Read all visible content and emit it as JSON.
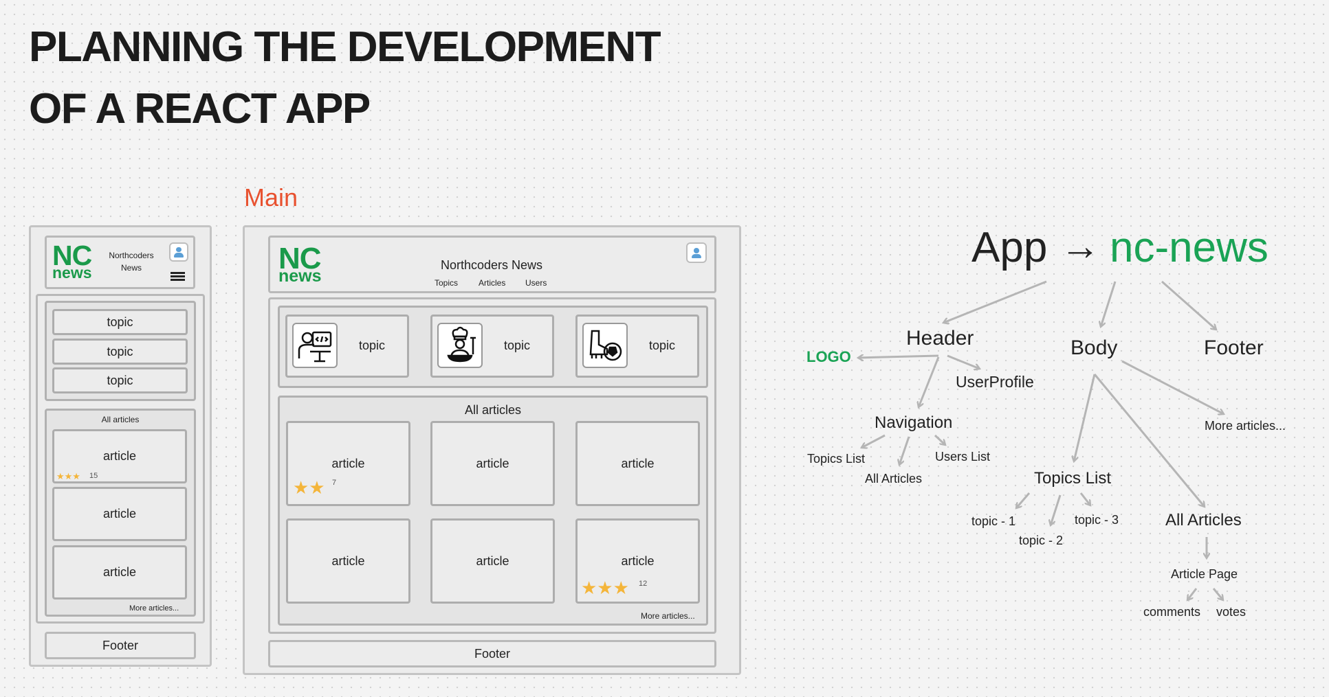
{
  "title": {
    "line1": "PLANNING THE DEVELOPMENT",
    "line2": "OF A REACT APP"
  },
  "main_label": "Main",
  "mobile": {
    "logo_nc": "NC",
    "logo_news": "news",
    "site_name_line1": "Northcoders",
    "site_name_line2": "News",
    "topics": [
      "topic",
      "topic",
      "topic"
    ],
    "all_articles": "All articles",
    "articles": [
      "article",
      "article",
      "article"
    ],
    "first_article_stars": "★★★",
    "first_article_count": "15",
    "more_articles": "More articles...",
    "footer": "Footer"
  },
  "desktop": {
    "logo_nc": "NC",
    "logo_news": "news",
    "site_name": "Northcoders News",
    "nav": [
      "Topics",
      "Articles",
      "Users"
    ],
    "topics": [
      "topic",
      "topic",
      "topic"
    ],
    "topic_icons": [
      "coder-icon",
      "chef-icon",
      "football-icon"
    ],
    "all_articles": "All articles",
    "articles": [
      "article",
      "article",
      "article",
      "article",
      "article",
      "article"
    ],
    "article1_stars": "★★",
    "article1_count": "7",
    "article6_stars": "★★★",
    "article6_count": "12",
    "more_articles": "More articles...",
    "footer": "Footer"
  },
  "tree": {
    "app": "App",
    "arrow": "→",
    "project": "nc-news",
    "header": "Header",
    "body": "Body",
    "footer": "Footer",
    "logo": "LOGO",
    "user_profile": "UserProfile",
    "navigation": "Navigation",
    "topics_list_nav": "Topics List",
    "users_list": "Users List",
    "all_articles_nav": "All Articles",
    "more_articles": "More articles...",
    "topics_list": "Topics List",
    "topic1": "topic - 1",
    "topic2": "topic - 2",
    "topic3": "topic - 3",
    "all_articles": "All Articles",
    "article_page": "Article Page",
    "comments": "comments",
    "votes": "votes"
  },
  "colors": {
    "green": "#1a9a4a",
    "main_label": "#e8512f",
    "star": "#f4b53a",
    "arrow": "#b5b5b5"
  }
}
